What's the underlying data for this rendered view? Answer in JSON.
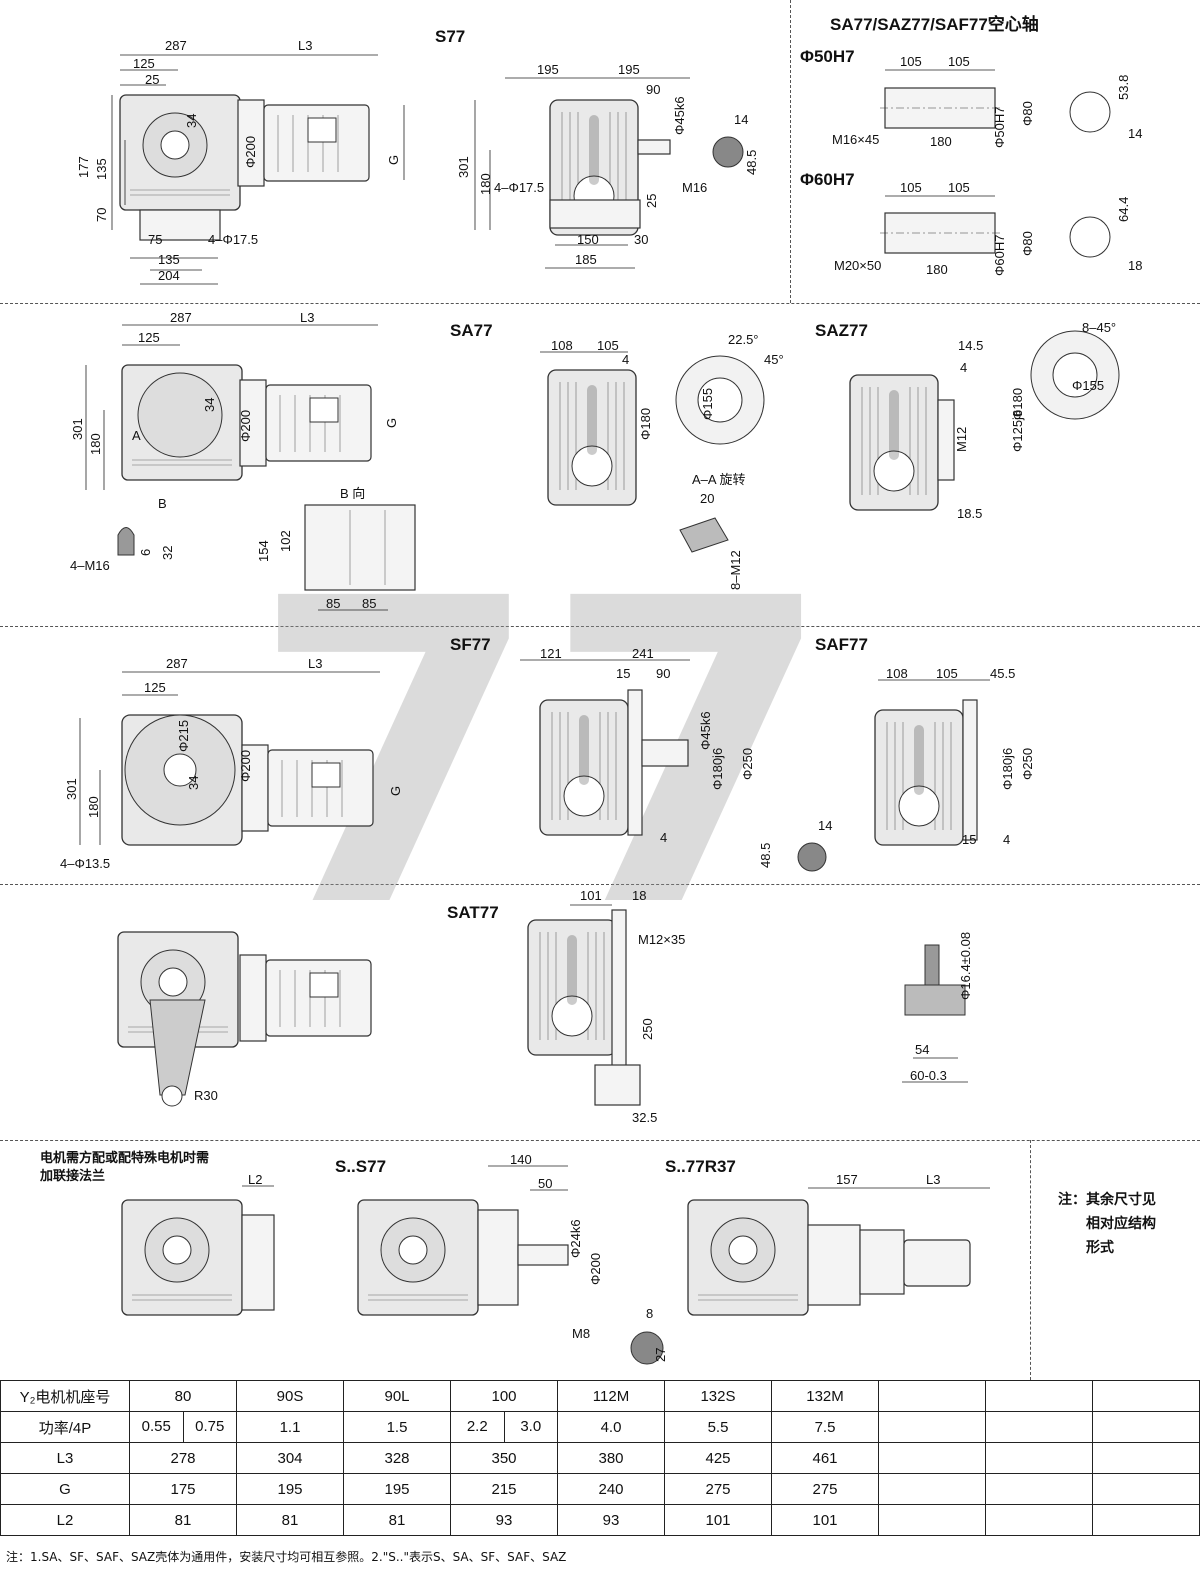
{
  "titles": {
    "s77": "S77",
    "hollow": "SA77/SAZ77/SAF77空心轴",
    "phi50": "Φ50H7",
    "phi60": "Φ60H7",
    "sa77": "SA77",
    "saz77": "SAZ77",
    "sf77": "SF77",
    "saf77": "SAF77",
    "sat77": "SAT77",
    "ss77": "S..S77",
    "s77r37": "S..77R37",
    "b_view": "B 向",
    "aa_rot": "A–A 旋转"
  },
  "watermark": "77",
  "motor_note": [
    "电机需方配或配特殊电机时需",
    "加联接法兰"
  ],
  "side_note": [
    "注：其余尺寸见",
    "相对应结构",
    "形式"
  ],
  "dims": {
    "s77_main": [
      "287",
      "L3",
      "125",
      "25",
      "34",
      "177",
      "135",
      "70",
      "Φ200",
      "G",
      "75",
      "135",
      "204",
      "4–Φ17.5"
    ],
    "s77_side": [
      "195",
      "195",
      "90",
      "Φ45k6",
      "301",
      "180",
      "4–Φ17.5",
      "25",
      "150",
      "30",
      "185",
      "14",
      "M16",
      "48.5"
    ],
    "hollow50": [
      "105",
      "105",
      "M16×45",
      "180",
      "Φ50H7",
      "Φ80",
      "53.8",
      "14"
    ],
    "hollow60": [
      "105",
      "105",
      "M20×50",
      "180",
      "Φ60H7",
      "Φ80",
      "64.4",
      "18"
    ],
    "sa77_main": [
      "287",
      "L3",
      "125",
      "301",
      "180",
      "34",
      "Φ200",
      "G",
      "A",
      "B",
      "4–M16",
      "6",
      "32"
    ],
    "sa77_b": [
      "154",
      "102",
      "85",
      "85"
    ],
    "sa77_side": [
      "108",
      "105",
      "4",
      "Φ180",
      "22.5°",
      "45°",
      "Φ155",
      "20",
      "8–M12"
    ],
    "saz77": [
      "14.5",
      "4",
      "M12",
      "Φ125j6",
      "Φ180",
      "18.5",
      "8–45°",
      "Φ155"
    ],
    "sf77_main": [
      "287",
      "L3",
      "125",
      "Φ215",
      "34",
      "Φ200",
      "301",
      "180",
      "G",
      "4–Φ13.5"
    ],
    "sf77_side": [
      "121",
      "241",
      "15",
      "90",
      "Φ45k6",
      "Φ180j6",
      "Φ250",
      "4",
      "14",
      "48.5"
    ],
    "saf77": [
      "108",
      "105",
      "45.5",
      "Φ180j6",
      "Φ250",
      "15",
      "4"
    ],
    "sat77": [
      "R30",
      "101",
      "18",
      "M12×35",
      "250",
      "32.5",
      "Φ16.4±0.08",
      "54",
      "60-0.3"
    ],
    "motor": [
      "L2"
    ],
    "ss77": [
      "140",
      "50",
      "Φ24k6",
      "Φ200",
      "M8",
      "8",
      "27"
    ],
    "s77r37": [
      "157",
      "L3"
    ]
  },
  "table": {
    "rows": [
      {
        "label": "Y₂电机机座号",
        "cells": [
          [
            "80"
          ],
          [
            "90S"
          ],
          [
            "90L"
          ],
          [
            "100"
          ],
          [
            "112M"
          ],
          [
            "132S"
          ],
          [
            "132M"
          ],
          [
            ""
          ],
          [
            ""
          ],
          [
            ""
          ]
        ]
      },
      {
        "label": "功率/4P",
        "cells": [
          [
            "0.55",
            "0.75"
          ],
          [
            "1.1"
          ],
          [
            "1.5"
          ],
          [
            "2.2",
            "3.0"
          ],
          [
            "4.0"
          ],
          [
            "5.5"
          ],
          [
            "7.5"
          ],
          [
            ""
          ],
          [
            ""
          ],
          [
            ""
          ]
        ]
      },
      {
        "label": "L3",
        "cells": [
          [
            "278"
          ],
          [
            "304"
          ],
          [
            "328"
          ],
          [
            "350"
          ],
          [
            "380"
          ],
          [
            "425"
          ],
          [
            "461"
          ],
          [
            ""
          ],
          [
            ""
          ],
          [
            ""
          ]
        ]
      },
      {
        "label": "G",
        "cells": [
          [
            "175"
          ],
          [
            "195"
          ],
          [
            "195"
          ],
          [
            "215"
          ],
          [
            "240"
          ],
          [
            "275"
          ],
          [
            "275"
          ],
          [
            ""
          ],
          [
            ""
          ],
          [
            ""
          ]
        ]
      },
      {
        "label": "L2",
        "cells": [
          [
            "81"
          ],
          [
            "81"
          ],
          [
            "81"
          ],
          [
            "93"
          ],
          [
            "93"
          ],
          [
            "101"
          ],
          [
            "101"
          ],
          [
            ""
          ],
          [
            ""
          ],
          [
            ""
          ]
        ]
      }
    ]
  },
  "footnote": "注：1.SA、SF、SAF、SAZ壳体为通用件，安装尺寸均可相互参照。2.\"S..\"表示S、SA、SF、SAF、SAZ"
}
